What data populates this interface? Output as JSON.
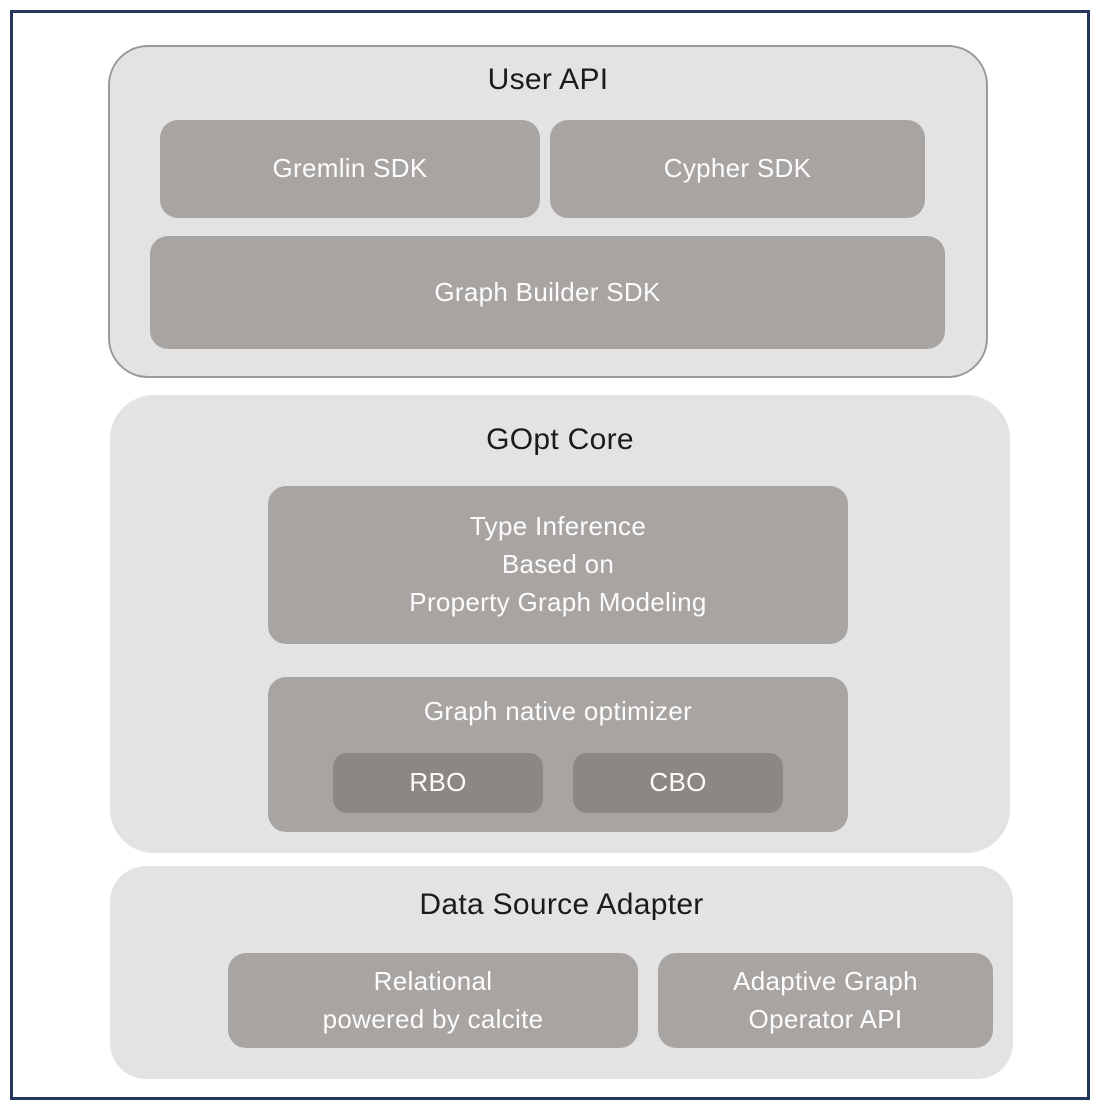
{
  "colors": {
    "frame_border": "#23365c",
    "section_background": "#e4e3e3",
    "box_background": "#a7a4a2",
    "inner_box_background": "#8b8785",
    "box_text": "#fcfcfc",
    "title_text": "#1b1b1b"
  },
  "sections": {
    "user_api": {
      "title": "User API",
      "gremlin_sdk": "Gremlin SDK",
      "cypher_sdk": "Cypher SDK",
      "graph_builder_sdk": "Graph Builder SDK"
    },
    "gopt_core": {
      "title": "GOpt Core",
      "type_inference": "Type Inference\nBased on\nProperty Graph Modeling",
      "optimizer": {
        "title": "Graph native optimizer",
        "rbo": "RBO",
        "cbo": "CBO"
      }
    },
    "data_source_adapter": {
      "title": "Data Source Adapter",
      "relational": "Relational\npowered by calcite",
      "adaptive_graph": "Adaptive Graph\nOperator API"
    }
  }
}
